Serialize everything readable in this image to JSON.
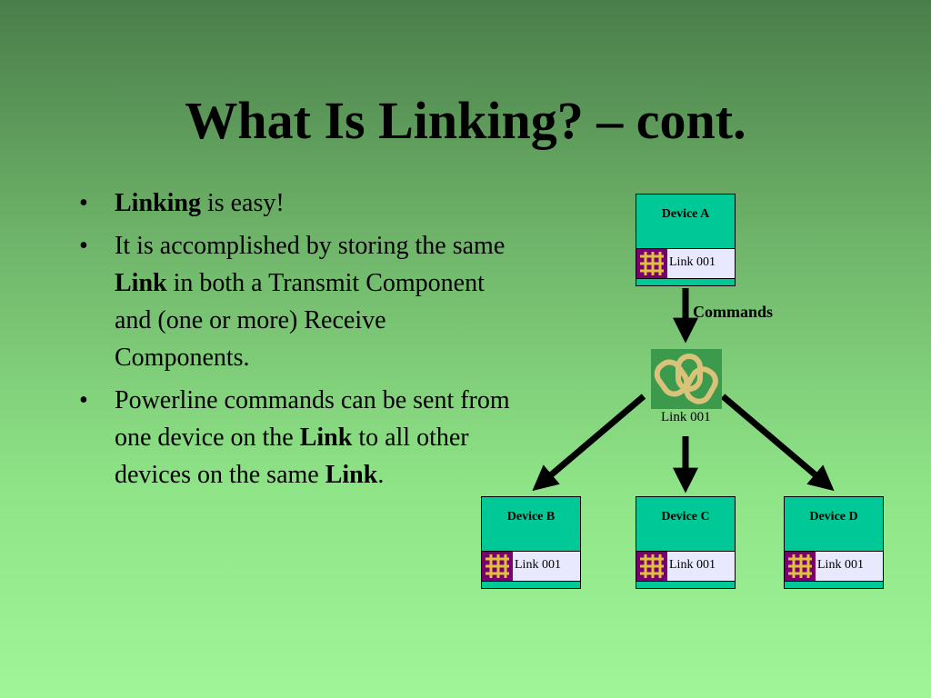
{
  "title": "What Is Linking? – cont.",
  "bullets": [
    {
      "parts": [
        {
          "text": "Linking",
          "bold": true
        },
        {
          "text": " is easy!",
          "bold": false
        }
      ]
    },
    {
      "parts": [
        {
          "text": "It is accomplished by storing the same ",
          "bold": false
        },
        {
          "text": "Link",
          "bold": true
        },
        {
          "text": " in both a Transmit Component and (one or more) Receive Components.",
          "bold": false
        }
      ]
    },
    {
      "parts": [
        {
          "text": "Powerline commands can be sent from one device on the ",
          "bold": false
        },
        {
          "text": "Link",
          "bold": true
        },
        {
          "text": " to all other devices on the same ",
          "bold": false
        },
        {
          "text": "Link",
          "bold": true
        },
        {
          "text": ".",
          "bold": false
        }
      ]
    }
  ],
  "diagram": {
    "devices": [
      {
        "id": "a",
        "name": "Device A",
        "link": "Link 001"
      },
      {
        "id": "b",
        "name": "Device B",
        "link": "Link 001"
      },
      {
        "id": "c",
        "name": "Device C",
        "link": "Link 001"
      },
      {
        "id": "d",
        "name": "Device D",
        "link": "Link 001"
      }
    ],
    "commands_label": "Commands",
    "hub_label": "Link 001",
    "hub_icon": "chain-link-icon",
    "link_icon": "knot-pattern-icon",
    "colors": {
      "device_fill": "#00c897",
      "link_row_fill": "#e8e8ff",
      "link_icon_fill": "#7a0070",
      "link_icon_pattern": "#e0c040",
      "arrow": "#000000"
    }
  }
}
